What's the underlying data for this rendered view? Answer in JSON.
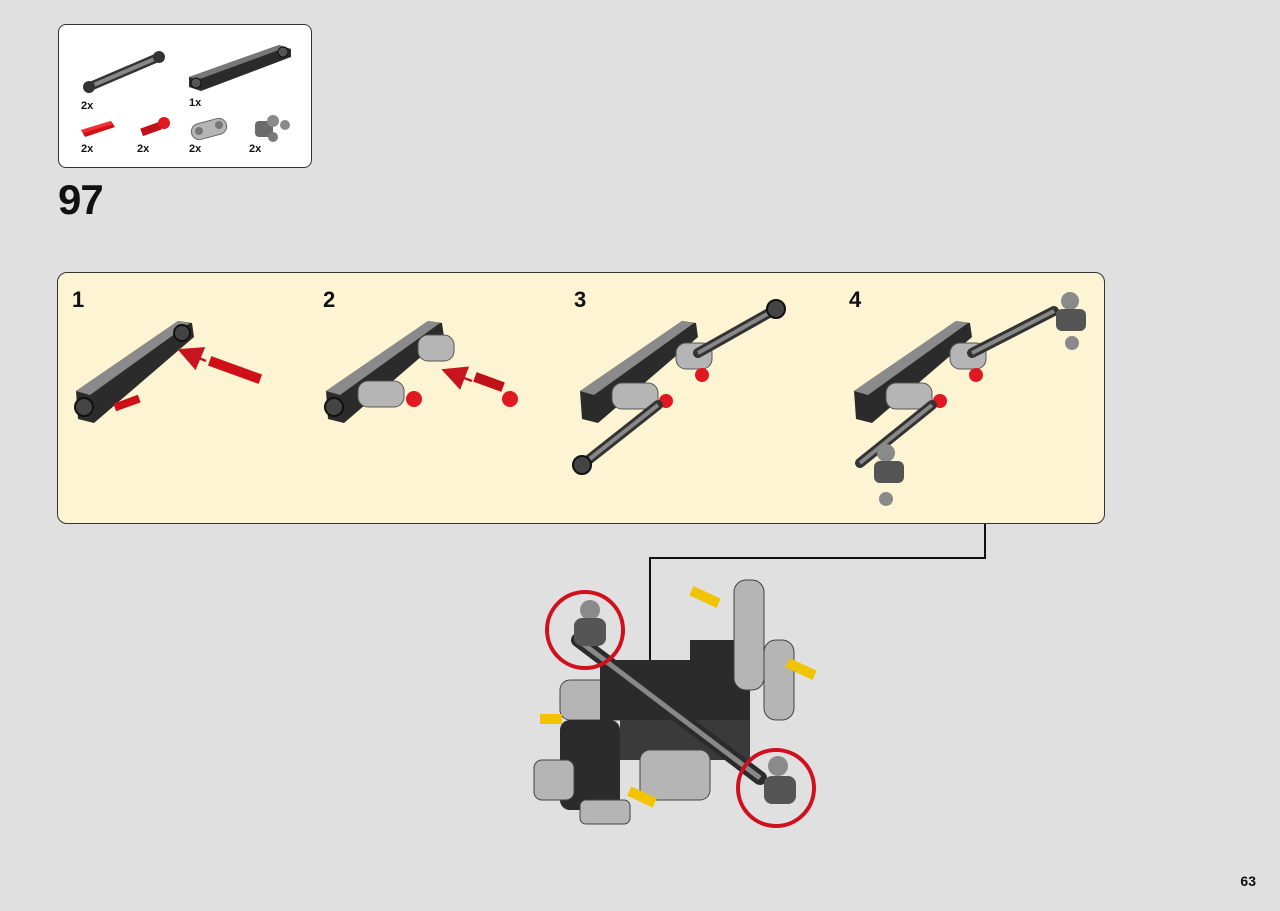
{
  "parts_list": {
    "items": [
      {
        "part": "gray-link-3l-icon",
        "qty": "2x"
      },
      {
        "part": "black-gear-rack-beam-icon",
        "qty": "1x"
      },
      {
        "part": "red-axle-icon",
        "qty": "2x"
      },
      {
        "part": "red-ball-pin-icon",
        "qty": "2x"
      },
      {
        "part": "light-gray-connector-icon",
        "qty": "2x"
      },
      {
        "part": "dark-gray-ball-joint-icon",
        "qty": "2x"
      }
    ]
  },
  "step": {
    "number": "97"
  },
  "substeps": [
    {
      "number": "1"
    },
    {
      "number": "2"
    },
    {
      "number": "3"
    },
    {
      "number": "4"
    }
  ],
  "colors": {
    "background": "#e0e0e0",
    "panel": "#fdf4d3",
    "highlight_circle": "#d0101c",
    "arrow": "#c8141e"
  },
  "page": {
    "number": "63"
  }
}
